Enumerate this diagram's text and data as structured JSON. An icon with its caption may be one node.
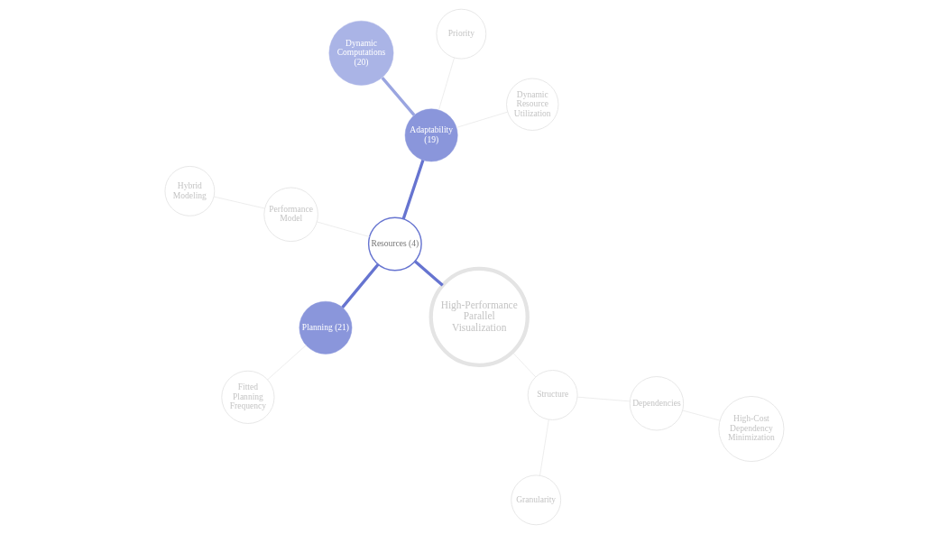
{
  "diagram": {
    "nodes": [
      {
        "text": [
          "High-Performance Parallel Visualization"
        ]
      },
      {
        "text": [
          "Structure"
        ]
      },
      {
        "text": [
          "Granularity"
        ]
      },
      {
        "text": [
          "Dynamic Computations (20)"
        ]
      },
      {
        "text": [
          "Priority"
        ]
      },
      {
        "text": [
          "Adaptability (19)"
        ]
      },
      {
        "text": [
          "Resources (4)"
        ]
      },
      {
        "text": [
          "Dynamic Resource Utilization"
        ]
      },
      {
        "text": [
          "Dependencies"
        ]
      },
      {
        "text": [
          "Fitted Planning Frequency"
        ]
      },
      {
        "text": [
          "Planning (21)"
        ]
      },
      {
        "text": [
          "Performance Model"
        ]
      },
      {
        "text": [
          "Hybrid Modeling"
        ]
      },
      {
        "text": [
          "High-Cost Dependency Minimization"
        ]
      }
    ],
    "edges": [
      {
        "from": 0,
        "to": 6,
        "arrow": "none",
        "style": "thick",
        "color": "#6674d0"
      },
      {
        "from": 0,
        "to": 1,
        "arrow": "none"
      },
      {
        "from": 1,
        "to": 2,
        "arrow": "none"
      },
      {
        "from": 1,
        "to": 8,
        "arrow": "none"
      },
      {
        "from": 8,
        "to": 13,
        "arrow": "none"
      },
      {
        "from": 6,
        "to": 5,
        "arrow": "none",
        "style": "thick",
        "color": "#6674d0"
      },
      {
        "from": 5,
        "to": 3,
        "arrow": "none",
        "style": "thick",
        "color": "#9aa5e0"
      },
      {
        "from": 5,
        "to": 4,
        "arrow": "none"
      },
      {
        "from": 5,
        "to": 7,
        "arrow": "none"
      },
      {
        "from": 6,
        "to": 10,
        "arrow": "none",
        "style": "thick",
        "color": "#6674d0"
      },
      {
        "from": 10,
        "to": 9,
        "arrow": "none"
      },
      {
        "from": 6,
        "to": 11,
        "arrow": "none"
      },
      {
        "from": 11,
        "to": 12,
        "arrow": "none"
      }
    ]
  }
}
